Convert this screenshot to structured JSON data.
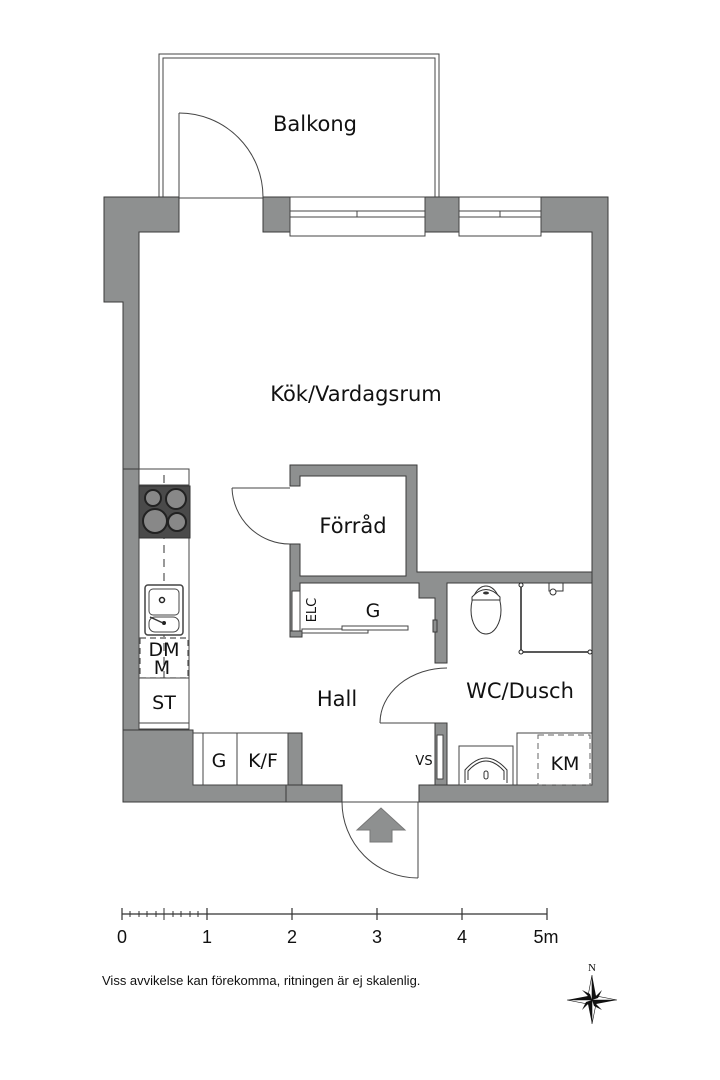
{
  "rooms": {
    "balcony": "Balkong",
    "kitchen_living": "Kök/Vardagsrum",
    "storage": "Förråd",
    "hall": "Hall",
    "wc_shower": "WC/Dusch"
  },
  "fixtures": {
    "electrical_cabinet": "ELC",
    "wardrobe_hall": "G",
    "dishwasher_line1": "DM",
    "dishwasher_line2": "M",
    "stove": "ST",
    "wardrobe_entry": "G",
    "fridge_freezer": "K/F",
    "water_heater": "VS",
    "washing_machine": "KM"
  },
  "scale_bar": {
    "ticks": [
      "0",
      "1",
      "2",
      "3",
      "4",
      "5m"
    ],
    "unit": "m"
  },
  "compass": {
    "north_label": "N"
  },
  "disclaimer": "Viss avvikelse kan förekomma, ritningen är ej skalenlig.",
  "colors": {
    "wall": "#8e9090",
    "stove": "#4a4a4a",
    "background": "#ffffff",
    "entrance_arrow": "#8e9090"
  }
}
